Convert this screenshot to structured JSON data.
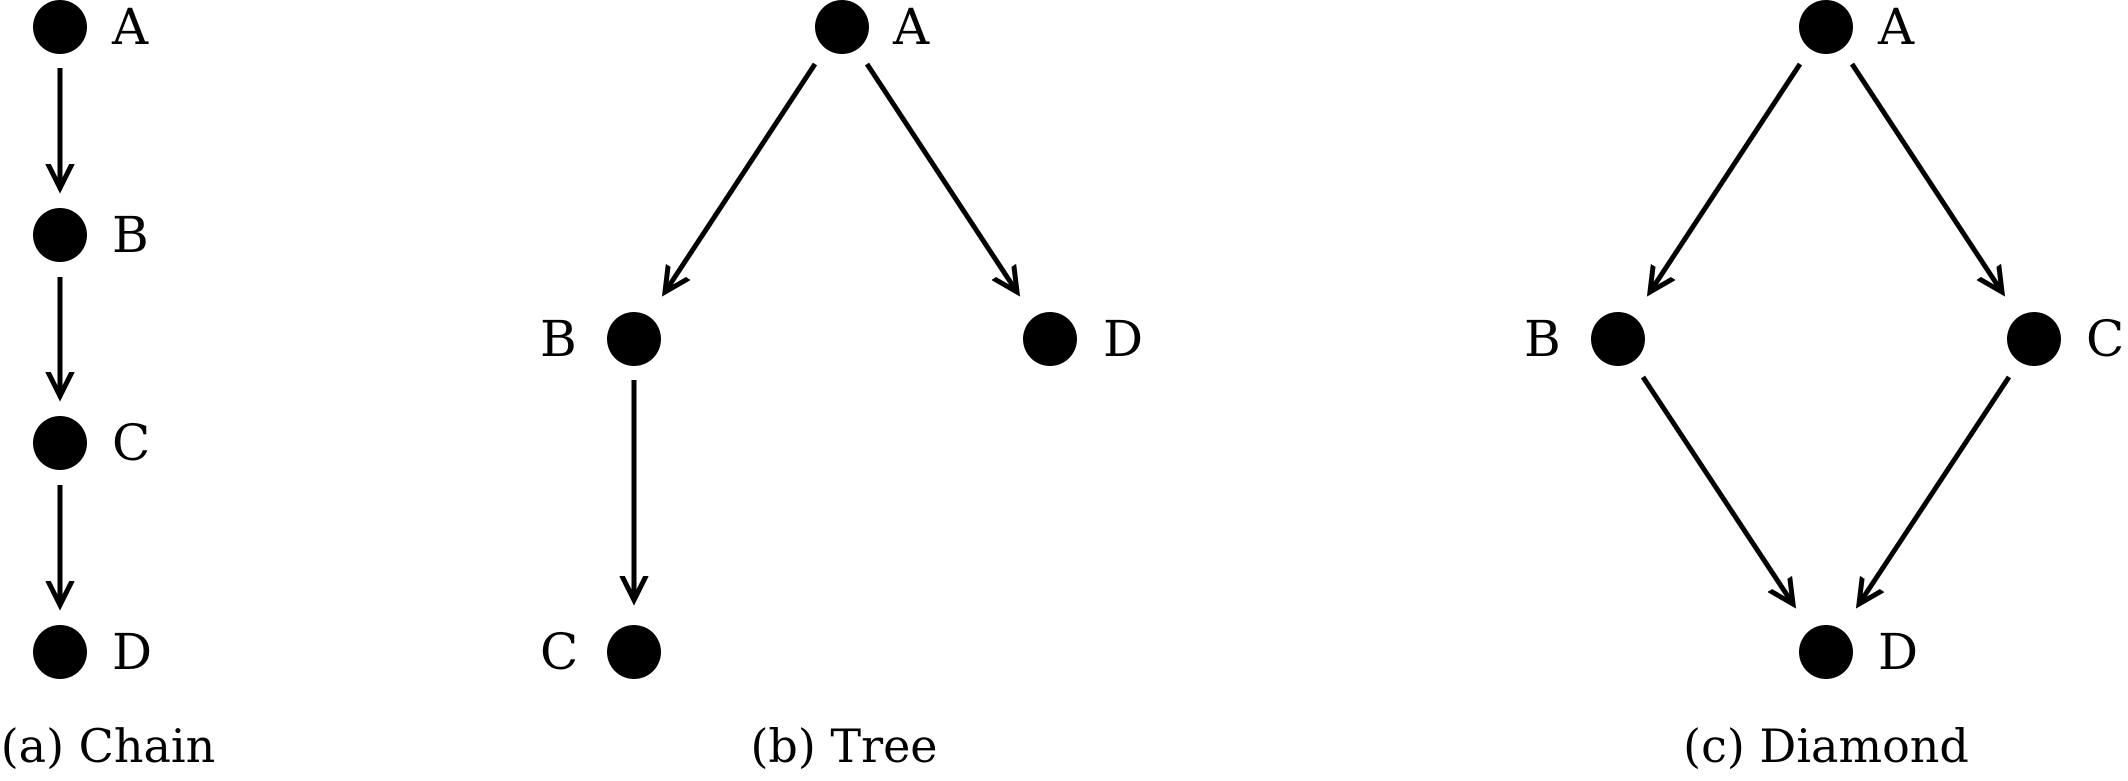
{
  "colors": {
    "ink": "#000000",
    "background": "#ffffff"
  },
  "diagrams": [
    {
      "key": "chain",
      "caption": "(a) Chain",
      "nodes": [
        "A",
        "B",
        "C",
        "D"
      ],
      "edges": [
        [
          "A",
          "B"
        ],
        [
          "B",
          "C"
        ],
        [
          "C",
          "D"
        ]
      ]
    },
    {
      "key": "tree",
      "caption": "(b) Tree",
      "nodes": [
        "A",
        "B",
        "D",
        "C"
      ],
      "edges": [
        [
          "A",
          "B"
        ],
        [
          "A",
          "D"
        ],
        [
          "B",
          "C"
        ]
      ]
    },
    {
      "key": "diamond",
      "caption": "(c) Diamond",
      "nodes": [
        "A",
        "B",
        "C",
        "D"
      ],
      "edges": [
        [
          "A",
          "B"
        ],
        [
          "A",
          "C"
        ],
        [
          "B",
          "D"
        ],
        [
          "C",
          "D"
        ]
      ]
    }
  ]
}
